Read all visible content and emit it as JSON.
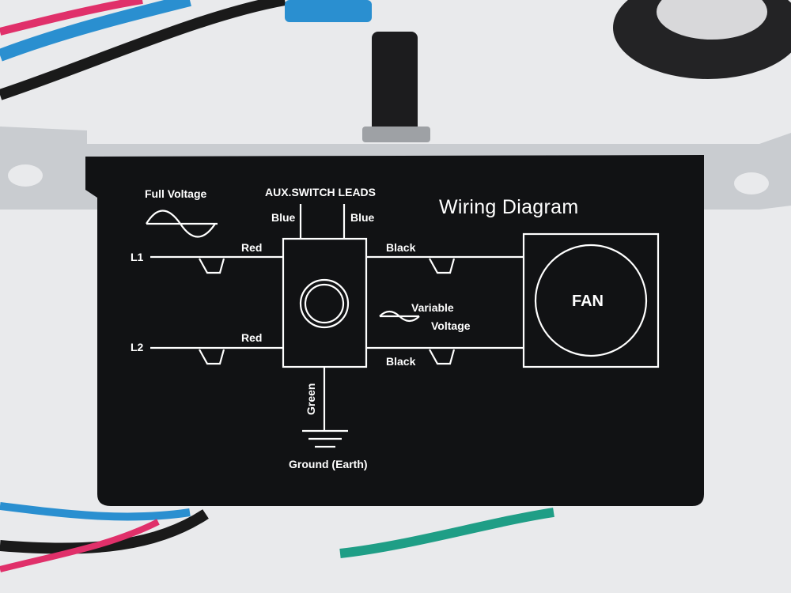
{
  "diagram": {
    "title": "Wiring Diagram",
    "full_voltage_label": "Full Voltage",
    "aux_label": "AUX.SWITCH LEADS",
    "blue_left": "Blue",
    "blue_right": "Blue",
    "l1": "L1",
    "l2": "L2",
    "red_top": "Red",
    "red_bottom": "Red",
    "black_top": "Black",
    "black_bottom": "Black",
    "variable": "Variable",
    "voltage": "Voltage",
    "fan": "FAN",
    "green": "Green",
    "ground": "Ground (Earth)"
  },
  "colors": {
    "panel": "#111214",
    "ink": "#ffffff",
    "wire_blue": "#2a8fd0",
    "wire_red": "#e0306a",
    "wire_green": "#1f9e86",
    "wire_black": "#1a1a1a",
    "bracket": "#c9ccd0"
  }
}
